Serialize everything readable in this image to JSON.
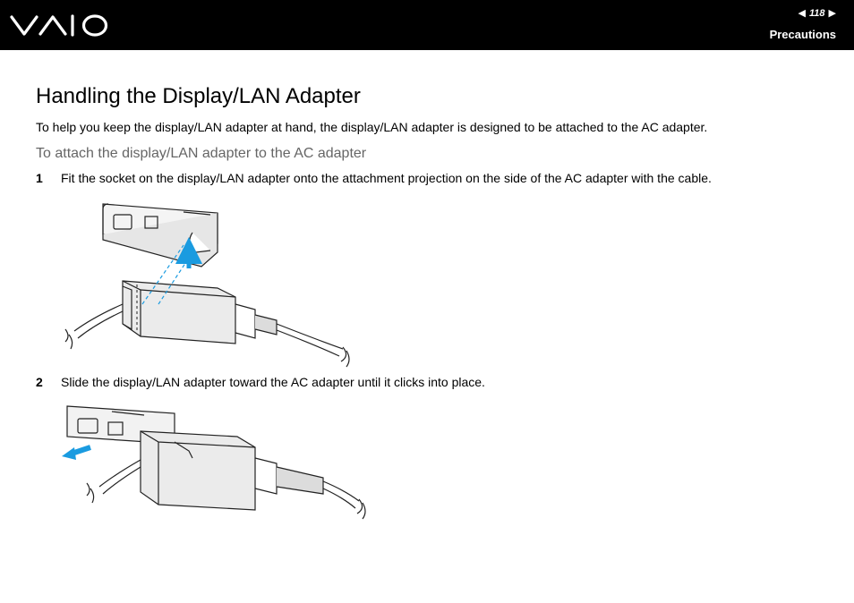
{
  "header": {
    "logo_text": "VAIO",
    "prev_icon": "left-triangle-icon",
    "next_icon": "right-triangle-icon",
    "page_number": "118",
    "section": "Precautions"
  },
  "content": {
    "title": "Handling the Display/LAN Adapter",
    "intro": "To help you keep the display/LAN adapter at hand, the display/LAN adapter is designed to be attached to the AC adapter.",
    "subheading": "To attach the display/LAN adapter to the AC adapter",
    "steps": [
      {
        "number": "1",
        "text": "Fit the socket on the display/LAN adapter onto the attachment projection on the side of the AC adapter with the cable."
      },
      {
        "number": "2",
        "text": "Slide the display/LAN adapter toward the AC adapter until it clicks into place."
      }
    ]
  },
  "colors": {
    "header_bg": "#000000",
    "subheading": "#666666",
    "arrow_accent": "#1a9be0"
  }
}
